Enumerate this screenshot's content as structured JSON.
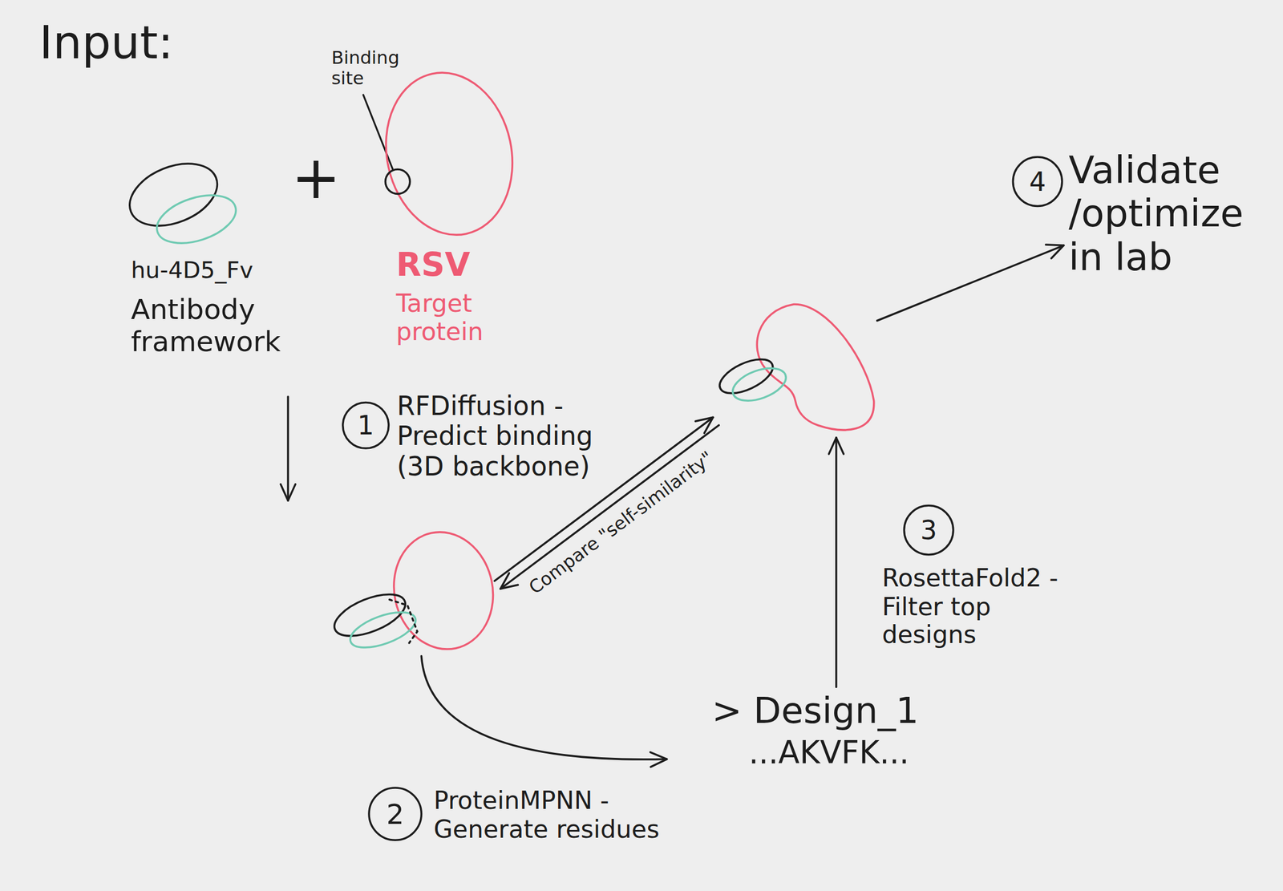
{
  "diagram": {
    "nodes": [
      {
        "text": [
          "hu-4D5_Fv",
          "Antibody framework"
        ]
      },
      {
        "text": [
          "RSV",
          "Target protein"
        ]
      },
      {
        "text": []
      },
      {
        "text": [
          "> Design_1",
          "...AKVFK..."
        ]
      },
      {
        "text": []
      },
      {
        "text": [
          "Validate /optimize in lab"
        ]
      }
    ],
    "edges": [
      {
        "from": 0,
        "to": 2,
        "label": "RFDiffusion - Predict binding (3D backbone)",
        "arrow": "to"
      },
      {
        "from": 2,
        "to": 3,
        "label": "ProteinMPNN - Generate residues",
        "arrow": "to"
      },
      {
        "from": 3,
        "to": 4,
        "label": "RosettaFold2 - Filter top designs",
        "arrow": "to"
      },
      {
        "from": 4,
        "to": 5,
        "arrow": "to"
      },
      {
        "from": 2,
        "to": 4,
        "label": "Compare \"self-similarity\"",
        "arrow": "both"
      }
    ],
    "labels": [
      "Input:",
      "Binding site",
      "+",
      "1",
      "2",
      "3",
      "4"
    ]
  }
}
